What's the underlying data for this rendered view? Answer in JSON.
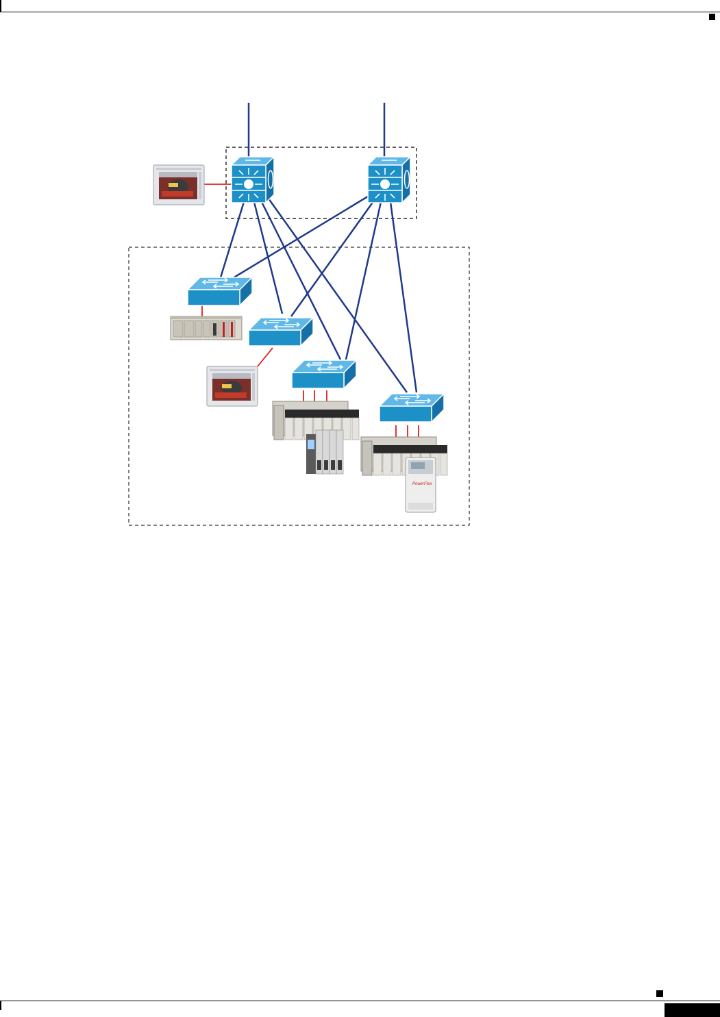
{
  "figure": {
    "uplinks": 2,
    "distribution_switches": 2,
    "access_switches": 4,
    "colors": {
      "uplink": "#1f3a8a",
      "device_link": "#e02020",
      "switch_fill": "#1e90c8",
      "switch_edge": "#ffffff",
      "dashed_border": "#000000"
    },
    "icons": {
      "distribution_switch": "multilayer-switch-icon",
      "access_switch": "workgroup-switch-icon",
      "hmi": "hmi-panel-icon",
      "plc": "plc-chassis-icon",
      "io": "distributed-io-icon",
      "drive": "variable-frequency-drive-icon"
    }
  }
}
